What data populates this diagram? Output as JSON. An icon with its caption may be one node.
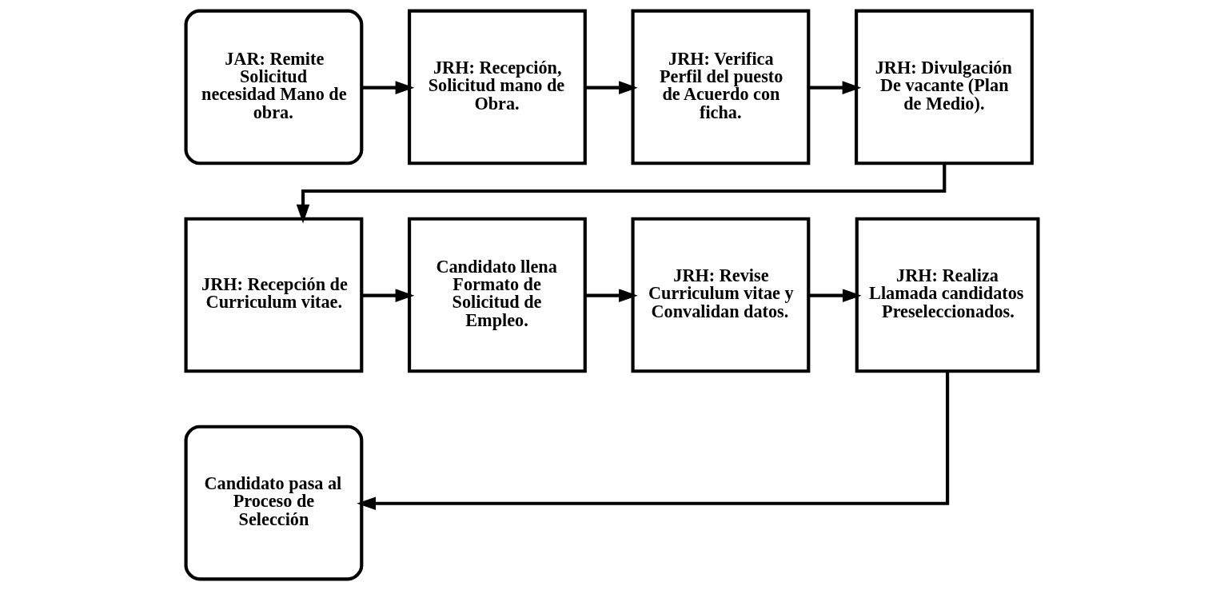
{
  "diagram": {
    "nodes": [
      {
        "text": [
          "JAR: Remite Solicitud necesidad Mano de obra."
        ]
      },
      {
        "text": [
          "JRH: Recepción, Solicitud mano de Obra."
        ]
      },
      {
        "text": [
          "JRH: Verifica Perfil del puesto de Acuerdo con ficha."
        ]
      },
      {
        "text": [
          "JRH: Divulgación De vacante (Plan de Medio)."
        ]
      },
      {
        "text": [
          "JRH: Recepción de Curriculum vitae."
        ]
      },
      {
        "text": [
          "Candidato llena Formato de Solicitud de Empleo."
        ]
      },
      {
        "text": [
          "JRH: Revise Curriculum vitae y Convalidan datos."
        ]
      },
      {
        "text": [
          "JRH: Realiza Llamada candidatos Preseleccionados."
        ]
      },
      {
        "text": [
          "Candidato pasa al Proceso de Selección"
        ]
      }
    ],
    "edges": [
      {
        "from": 0,
        "to": 1,
        "arrow": "to"
      },
      {
        "from": 1,
        "to": 2,
        "arrow": "to"
      },
      {
        "from": 2,
        "to": 3,
        "arrow": "to"
      },
      {
        "from": 3,
        "to": 4,
        "arrow": "to"
      },
      {
        "from": 4,
        "to": 5,
        "arrow": "to"
      },
      {
        "from": 5,
        "to": 6,
        "arrow": "to"
      },
      {
        "from": 6,
        "to": 7,
        "arrow": "to"
      },
      {
        "from": 7,
        "to": 8,
        "arrow": "to"
      }
    ]
  }
}
